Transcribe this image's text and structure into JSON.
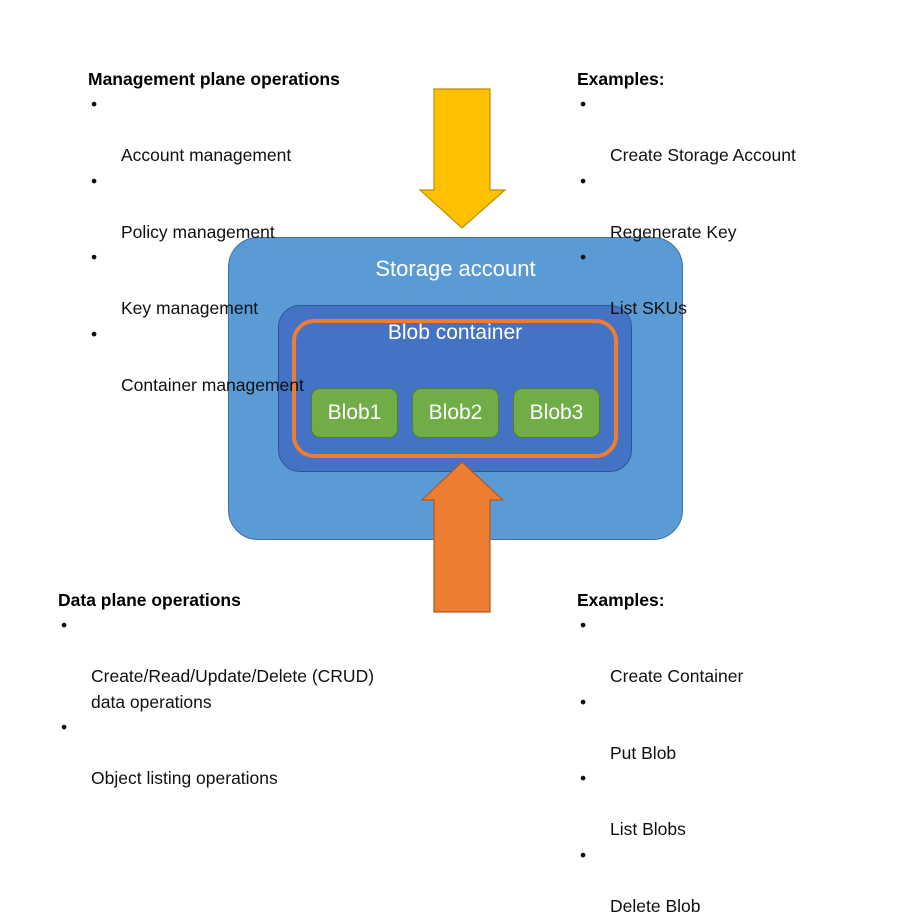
{
  "management": {
    "title": "Management plane operations",
    "bullets": [
      "Account management",
      "Policy management",
      "Key management",
      "Container management"
    ],
    "examples_title": "Examples:",
    "examples": [
      "Create Storage Account",
      "Regenerate Key",
      "List SKUs"
    ]
  },
  "data_plane": {
    "title": "Data plane operations",
    "bullets": [
      "Create/Read/Update/Delete  (CRUD)\ndata operations",
      "Object listing operations"
    ],
    "examples_title": "Examples:",
    "examples": [
      "Create Container",
      "Put Blob",
      "List Blobs",
      "Delete Blob"
    ]
  },
  "diagram": {
    "storage_account_label": "Storage account",
    "blob_container_label": "Blob container",
    "blobs": [
      "Blob1",
      "Blob2",
      "Blob3"
    ],
    "bullet_glyph": "•",
    "colors": {
      "storage_account_fill": "#5b9bd5",
      "storage_account_stroke": "#41719c",
      "blob_container_fill": "#4472c4",
      "blob_container_stroke": "#2f5496",
      "container_outline": "#ed7d31",
      "blob_fill": "#70ad47",
      "blob_stroke": "#507e32",
      "management_arrow": "#ffc000",
      "management_arrow_stroke": "#bf9000",
      "data_arrow": "#ed7d31",
      "data_arrow_stroke": "#ae5a21",
      "label_text": "#ffffff",
      "body_text": "#101010"
    }
  }
}
